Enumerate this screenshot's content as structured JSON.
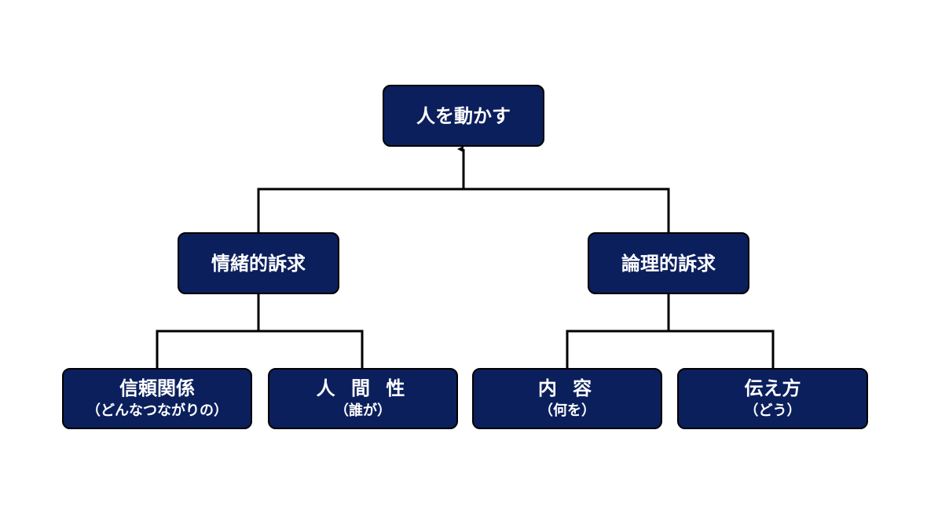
{
  "nodes": {
    "root": {
      "title": "人を動かす"
    },
    "emotional": {
      "title": "情緒的訴求"
    },
    "logical": {
      "title": "論理的訴求"
    },
    "trust": {
      "title": "信頼関係",
      "sub": "（どんなつながりの）"
    },
    "humanity": {
      "title": "人 間 性",
      "sub": "（誰が）"
    },
    "content": {
      "title": "内 容",
      "sub": "（何を）"
    },
    "delivery": {
      "title": "伝え方",
      "sub": "（どう）"
    }
  },
  "colors": {
    "node_fill": "#0b1f5c",
    "text": "#ffffff",
    "line": "#000000"
  }
}
